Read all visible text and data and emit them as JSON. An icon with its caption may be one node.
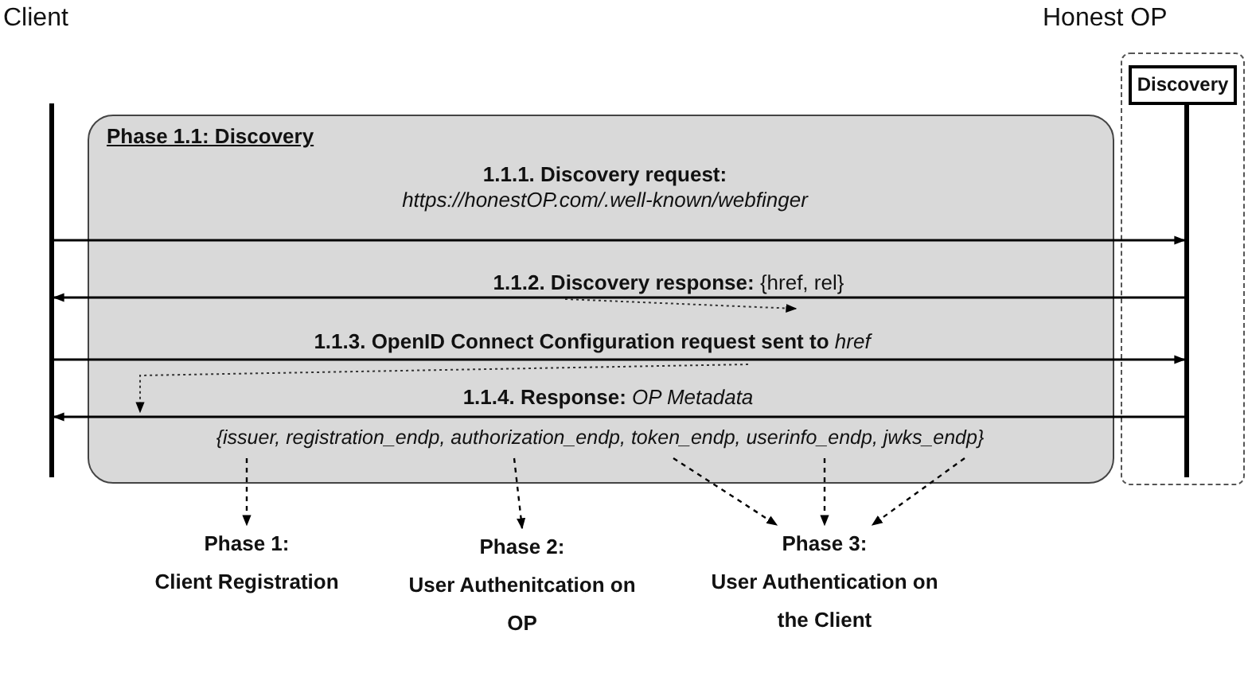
{
  "diagram": {
    "nodes": [
      {
        "text": [
          "Client"
        ]
      },
      {
        "text": [
          "Honest OP"
        ]
      },
      {
        "text": [
          "Discovery"
        ],
        "in": 1
      },
      {
        "text": [
          "Phase 1.1: Discovery"
        ]
      },
      {
        "text": [
          "{issuer, registration_endp, authorization_endp, token_endp, userinfo_endp, jwks_endp}"
        ],
        "in": 3
      },
      {
        "text": [
          "Phase 1:",
          "Client Registration"
        ]
      },
      {
        "text": [
          "Phase 2:",
          "User Authenitcation on OP"
        ]
      },
      {
        "text": [
          "Phase 3:",
          "User Authentication on the Client"
        ]
      }
    ],
    "edges": [
      {
        "from": 0,
        "to": 2,
        "arrow": "to",
        "label": "**1.1.1. Discovery request:** *https://honestOP.com/.well-known/webfinger*"
      },
      {
        "from": 2,
        "to": 0,
        "arrow": "to",
        "label": "**1.1.2. Discovery response:** {href, rel}"
      },
      {
        "from": 0,
        "to": 2,
        "arrow": "to",
        "label": "**1.1.3. OpenID Connect Configuration request sent to** *href*"
      },
      {
        "from": 2,
        "to": 0,
        "arrow": "to",
        "label": "**1.1.4.  Response:** *OP Metadata*"
      },
      {
        "from": 4,
        "to": 5,
        "arrow": "to",
        "style": "dashed"
      },
      {
        "from": 4,
        "to": 6,
        "arrow": "to",
        "style": "dashed"
      },
      {
        "from": 4,
        "to": 7,
        "arrow": "to",
        "style": "dashed"
      },
      {
        "from": 4,
        "to": 7,
        "arrow": "to",
        "style": "dashed"
      },
      {
        "from": 4,
        "to": 7,
        "arrow": "to",
        "style": "dashed"
      }
    ]
  }
}
